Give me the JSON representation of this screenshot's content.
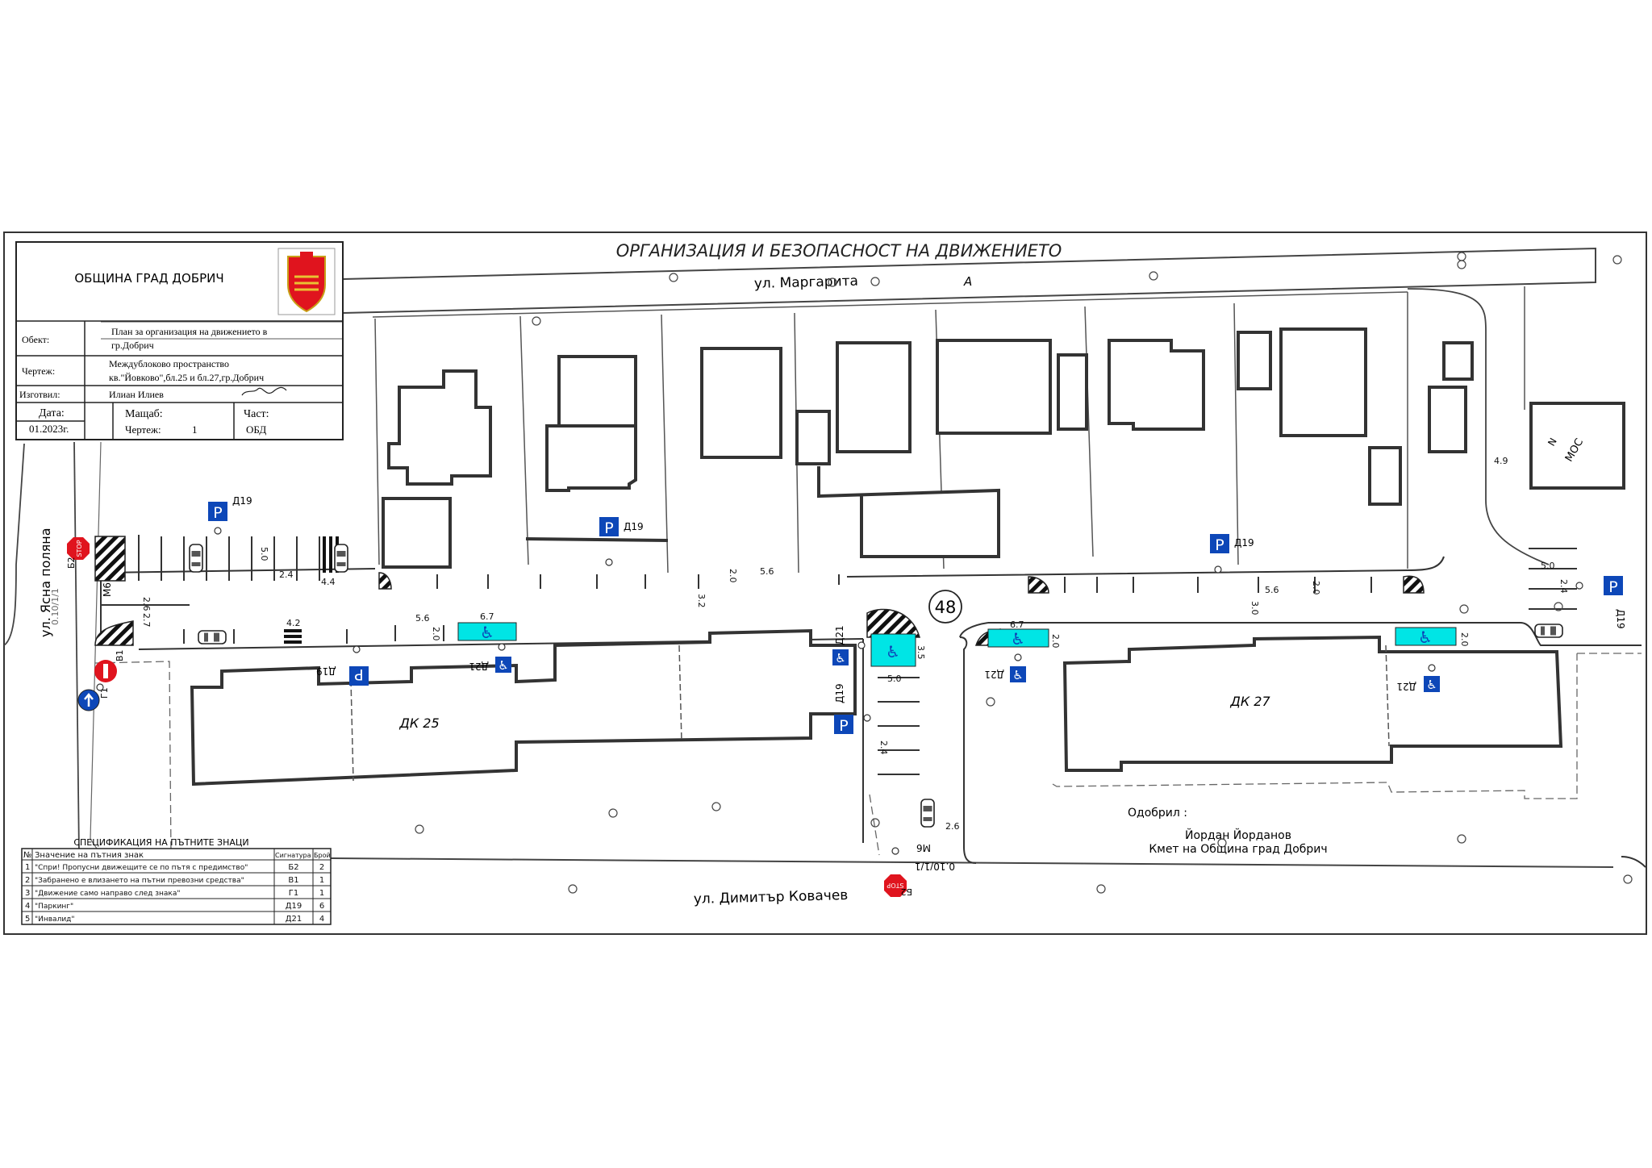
{
  "title": "ОРГАНИЗАЦИЯ И БЕЗОПАСНОСТ НА ДВИЖЕНИЕТО",
  "colors": {
    "cyan": "#00e5e5",
    "sign_blue": "#0d47b8",
    "sign_red": "#e0141e",
    "line": "#333333"
  },
  "title_block": {
    "org": "ОБЩИНА ГРАД ДОБРИЧ",
    "crest_icon": "dobrich-coat-of-arms",
    "object_label": "Обект:",
    "object_value_1": "План за организация на движението в",
    "object_value_2": "гр.Добрич",
    "drawing_label": "Чертеж:",
    "drawing_value_1": "Междублоково пространство",
    "drawing_value_2": "кв.\"Йовково\",бл.25 и бл.27,гр.Добрич",
    "author_label": "Изготвил:",
    "author_value": "Илиан Илиев",
    "date_label": "Дата:",
    "date_value": "01.2023г.",
    "scale_label": "Мащаб:",
    "sheet_label": "Чертеж:",
    "sheet_value": "1",
    "part_label": "Част:",
    "part_value": "ОБД"
  },
  "streets": {
    "north": "ул. Маргарита",
    "south": "ул. Димитър Ковачев",
    "west": "ул. Ясна поляна"
  },
  "blocks": {
    "block_25": "ДК 25",
    "block_27": "ДК 27",
    "number_48": "48"
  },
  "sign_labels": {
    "d19": "Д19",
    "d21": "Д21",
    "b2": "Б2",
    "b1": "В1",
    "g1": "Г1",
    "stop": "STOP",
    "parking_letter": "P",
    "m6": "М6",
    "m6_south": "М6",
    "marking_west": "0.10/1/1",
    "marking_south": "0.10/1/1",
    "north_arrow": "А",
    "mos": "МОС",
    "mos_n": "N"
  },
  "dimensions": [
    "5.0",
    "2.4",
    "4.4",
    "2.6",
    "2.7",
    "4.2",
    "5.6",
    "6.7",
    "2.0",
    "3.2",
    "2.0",
    "5.6",
    "3.5",
    "5.0",
    "2.4",
    "2.6",
    "6.7",
    "2.0",
    "3.0",
    "5.6",
    "2.0",
    "5.0",
    "2.4",
    "2.0",
    "4.9"
  ],
  "approval": {
    "label": "Одобрил :",
    "name": "Йордан Йорданов",
    "position": "Кмет на Община град Добрич"
  },
  "spec_table": {
    "title": "СПЕЦИФИКАЦИЯ НА ПЪТНИТЕ ЗНАЦИ",
    "headers": [
      "№",
      "Значение на пътния знак",
      "Сигнатура",
      "Брой"
    ],
    "rows": [
      [
        "1",
        "\"Спри! Пропусни движещите се по пътя с предимство\"",
        "Б2",
        "2"
      ],
      [
        "2",
        "\"Забранено е влизането на пътни превозни средства\"",
        "В1",
        "1"
      ],
      [
        "3",
        "\"Движение само направо след знака\"",
        "Г1",
        "1"
      ],
      [
        "4",
        "\"Паркинг\"",
        "Д19",
        "6"
      ],
      [
        "5",
        "\"Инвалид\"",
        "Д21",
        "4"
      ]
    ]
  }
}
